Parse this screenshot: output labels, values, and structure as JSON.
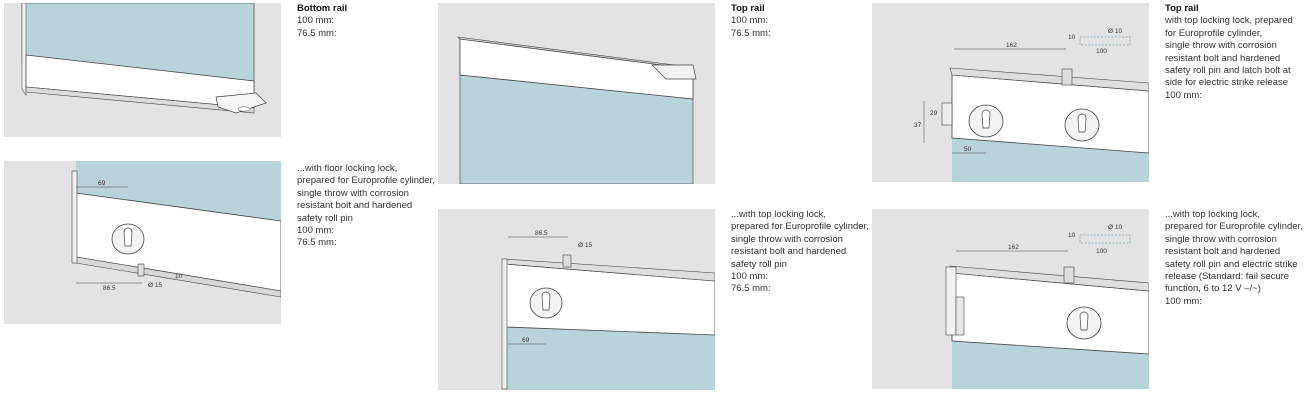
{
  "items": [
    {
      "title": "Bottom rail",
      "lines": [
        "100 mm:",
        "76.5 mm:"
      ]
    },
    {
      "title": "",
      "lines": [
        "...with floor locking lock,",
        "prepared for Europrofile cylinder,",
        "single throw with corrosion",
        "resistant bolt and hardened",
        "safety roll pin",
        "100 mm:",
        "76.5 mm:"
      ]
    },
    {
      "title": "Top rail",
      "lines": [
        "100 mm:",
        "76.5 mm:"
      ]
    },
    {
      "title": "",
      "lines": [
        "...with top locking lock,",
        "prepared for Europrofile cylinder,",
        "single throw with corrosion",
        "resistant bolt and hardened",
        "safety roll pin",
        "100 mm:",
        "76.5 mm:"
      ]
    },
    {
      "title": "Top rail",
      "lines": [
        "with top locking lock, prepared",
        "for Europrofile cylinder,",
        "single throw with corrosion",
        "resistant bolt and hardened",
        "safety roll pin and latch bolt at",
        "side for electric strike release",
        "100 mm:"
      ]
    },
    {
      "title": "",
      "lines": [
        "...with top locking lock,",
        "prepared for Europrofile cylinder,",
        "single throw with corrosion",
        "resistant bolt and hardened",
        "safety roll pin and electric strike",
        "release (Standard: fail secure",
        "function, 6 to 12 V –/~)",
        "100 mm:"
      ]
    }
  ],
  "dims": {
    "floor_lock": [
      "69",
      "86.5",
      "Ø 15",
      "10"
    ],
    "top_lock": [
      "86.5",
      "Ø 15",
      "69"
    ],
    "latch_lock": [
      "162",
      "Ø 10",
      "100",
      "10",
      "37",
      "29",
      "50"
    ],
    "strike_lock": [
      "162",
      "Ø 10",
      "100",
      "10"
    ]
  },
  "colors": {
    "panel": "#e3e3e3",
    "glass": "#b9d3da",
    "rail": "#ffffff",
    "line": "#444444"
  }
}
